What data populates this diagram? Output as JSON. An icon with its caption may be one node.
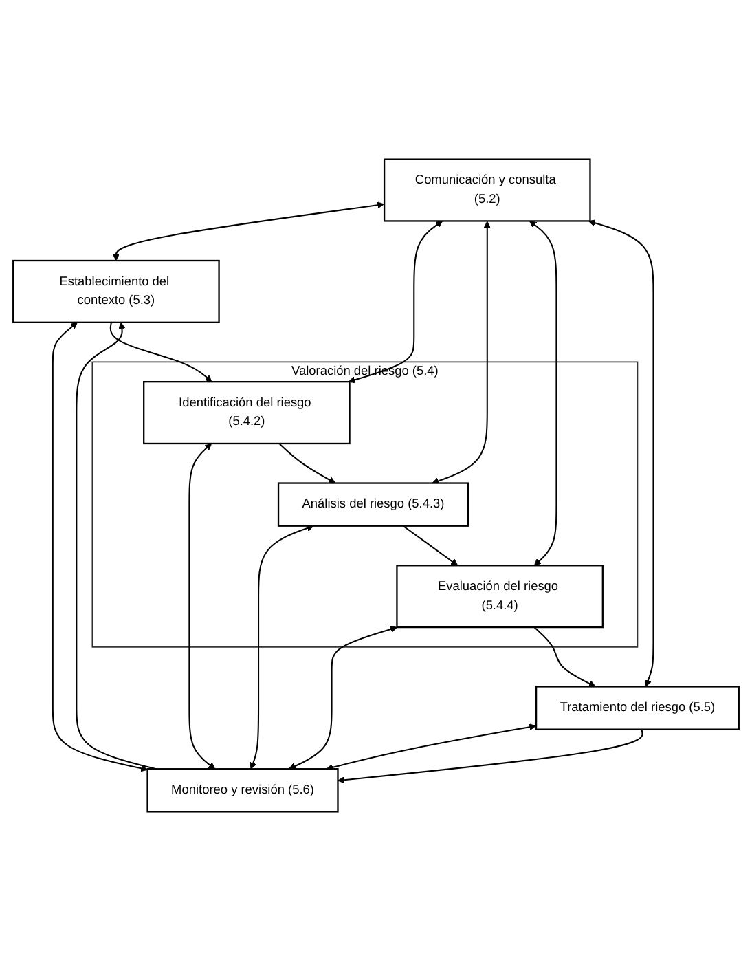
{
  "diagram": {
    "nodes": [
      {
        "text": [
          "Comunicación y consulta (5.2)"
        ]
      },
      {
        "text": [
          "Establecimiento del contexto (5.3)"
        ]
      },
      {
        "text": [
          "Valoración del riesgo (5.4)"
        ]
      },
      {
        "text": [
          "Identificación del riesgo (5.4.2)"
        ],
        "in": 2
      },
      {
        "text": [
          "Análisis del riesgo (5.4.3)"
        ],
        "in": 2
      },
      {
        "text": [
          "Evaluación del riesgo (5.4.4)"
        ],
        "in": 2
      },
      {
        "text": [
          "Tratamiento del riesgo (5.5)"
        ]
      },
      {
        "text": [
          "Monitoreo y revisión (5.6)"
        ]
      }
    ],
    "edges": [
      {
        "from": 7,
        "to": 1,
        "arrow": "to"
      },
      {
        "from": 0,
        "to": 1,
        "arrow": "both"
      },
      {
        "from": 1,
        "to": 7,
        "arrow": "both"
      },
      {
        "from": 1,
        "to": 3,
        "arrow": "to"
      },
      {
        "from": 0,
        "to": 3,
        "arrow": "both"
      },
      {
        "from": 3,
        "to": 7,
        "arrow": "both"
      },
      {
        "from": 3,
        "to": 4,
        "arrow": "to"
      },
      {
        "from": 0,
        "to": 4,
        "arrow": "both"
      },
      {
        "from": 4,
        "to": 7,
        "arrow": "both"
      },
      {
        "from": 4,
        "to": 5,
        "arrow": "to"
      },
      {
        "from": 0,
        "to": 5,
        "arrow": "both"
      },
      {
        "from": 5,
        "to": 7,
        "arrow": "both"
      },
      {
        "from": 5,
        "to": 6,
        "arrow": "to"
      },
      {
        "from": 0,
        "to": 6,
        "arrow": "both"
      },
      {
        "from": 6,
        "to": 7,
        "arrow": "both"
      },
      {
        "from": 6,
        "to": 7,
        "arrow": "to"
      }
    ]
  }
}
